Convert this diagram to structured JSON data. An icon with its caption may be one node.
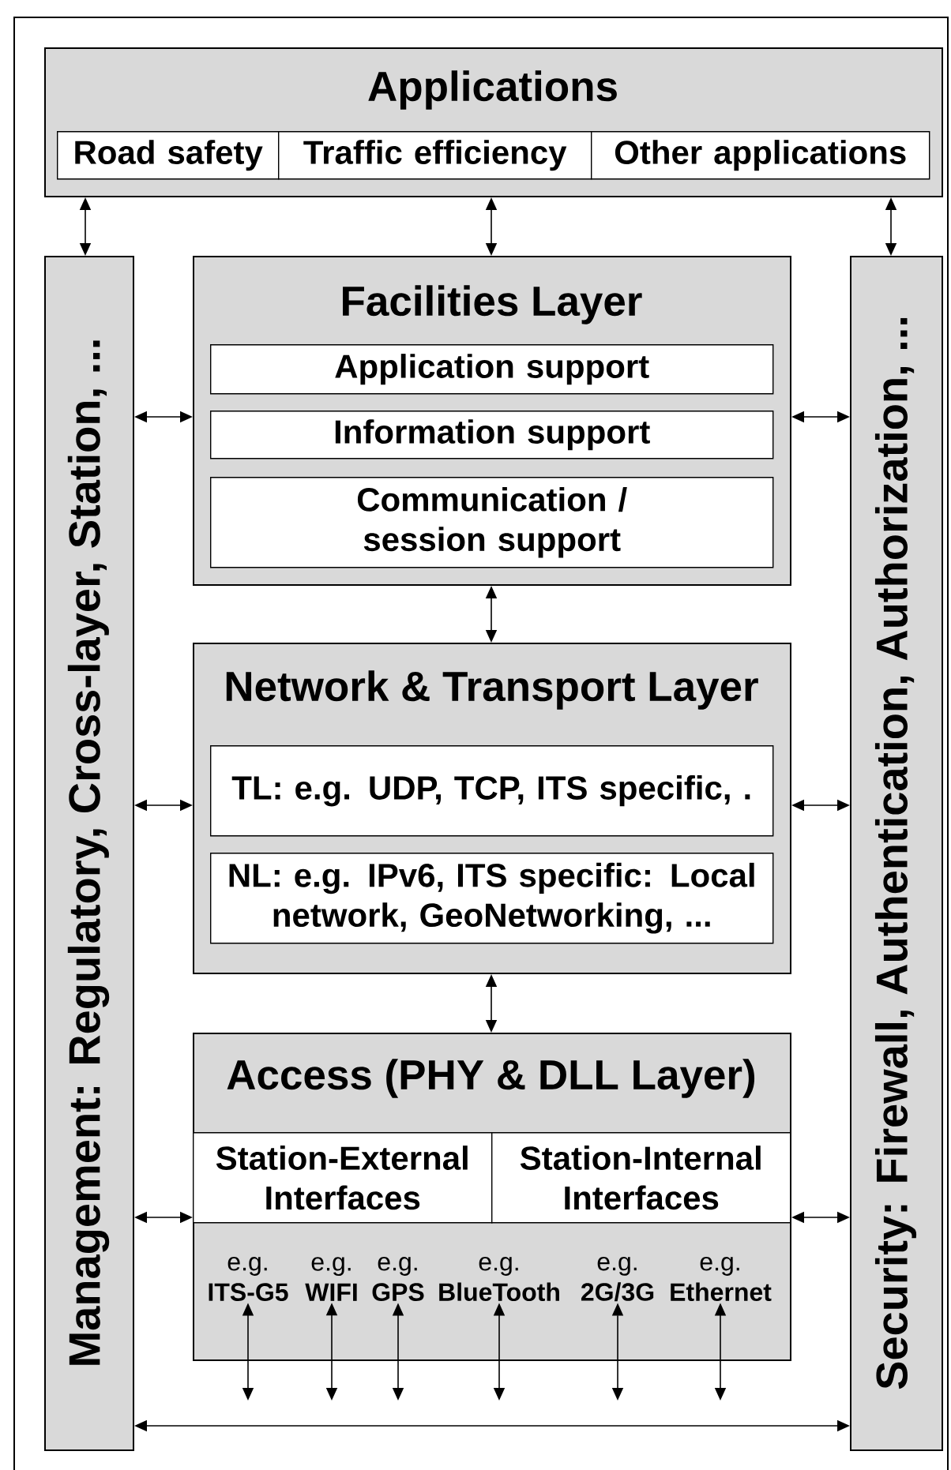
{
  "diagram": {
    "nodes": [
      {
        "text": [
          "Applications"
        ]
      },
      {
        "text": [
          "Road safety"
        ],
        "in": 0
      },
      {
        "text": [
          "Traffic efficiency"
        ],
        "in": 0
      },
      {
        "text": [
          "Other applications"
        ],
        "in": 0
      },
      {
        "text": [
          "Management: Regulatory, Cross-layer, Station, ..."
        ]
      },
      {
        "text": [
          "Security: Firewall, Authentication, Authorization, ..."
        ]
      },
      {
        "text": [
          "Facilities Layer"
        ]
      },
      {
        "text": [
          "Application support"
        ],
        "in": 6
      },
      {
        "text": [
          "Information support"
        ],
        "in": 6
      },
      {
        "text": [
          "Communication / session support"
        ],
        "in": 6
      },
      {
        "text": [
          "Network & Transport Layer"
        ]
      },
      {
        "text": [
          "TL: e.g. UDP, TCP, ITS specific, ."
        ],
        "in": 10
      },
      {
        "text": [
          "NL: e.g. IPv6, ITS specific: Local network, GeoNetworking, ..."
        ],
        "in": 10
      },
      {
        "text": [
          "Access (PHY & DLL Layer)"
        ]
      },
      {
        "text": [
          "Station-External Interfaces"
        ],
        "in": 13
      },
      {
        "text": [
          "Station-Internal Interfaces"
        ],
        "in": 13
      },
      {
        "text": [
          "e.g.",
          "ITS-G5"
        ],
        "in": 13
      },
      {
        "text": [
          "e.g.",
          "WIFI"
        ],
        "in": 13
      },
      {
        "text": [
          "e.g.",
          "GPS"
        ],
        "in": 13
      },
      {
        "text": [
          "e.g.",
          "BlueTooth"
        ],
        "in": 13
      },
      {
        "text": [
          "e.g.",
          "2G/3G"
        ],
        "in": 13
      },
      {
        "text": [
          "e.g.",
          "Ethernet"
        ],
        "in": 13
      }
    ],
    "edges": [
      {
        "from": 0,
        "to": 4,
        "arrow": "both"
      },
      {
        "from": 0,
        "to": 6,
        "arrow": "both"
      },
      {
        "from": 0,
        "to": 5,
        "arrow": "both"
      },
      {
        "from": 4,
        "to": 6,
        "arrow": "both"
      },
      {
        "from": 6,
        "to": 5,
        "arrow": "both"
      },
      {
        "from": 6,
        "to": 10,
        "arrow": "both"
      },
      {
        "from": 4,
        "to": 10,
        "arrow": "both"
      },
      {
        "from": 10,
        "to": 5,
        "arrow": "both"
      },
      {
        "from": 10,
        "to": 13,
        "arrow": "both"
      },
      {
        "from": 4,
        "to": 13,
        "arrow": "both"
      },
      {
        "from": 13,
        "to": 5,
        "arrow": "both"
      },
      {
        "from": 4,
        "to": 5,
        "arrow": "both"
      },
      {
        "from": 16,
        "to": null,
        "arrow": "both"
      },
      {
        "from": 17,
        "to": null,
        "arrow": "both"
      },
      {
        "from": 18,
        "to": null,
        "arrow": "both"
      },
      {
        "from": 19,
        "to": null,
        "arrow": "both"
      },
      {
        "from": 20,
        "to": null,
        "arrow": "both"
      },
      {
        "from": 21,
        "to": null,
        "arrow": "both"
      }
    ]
  }
}
